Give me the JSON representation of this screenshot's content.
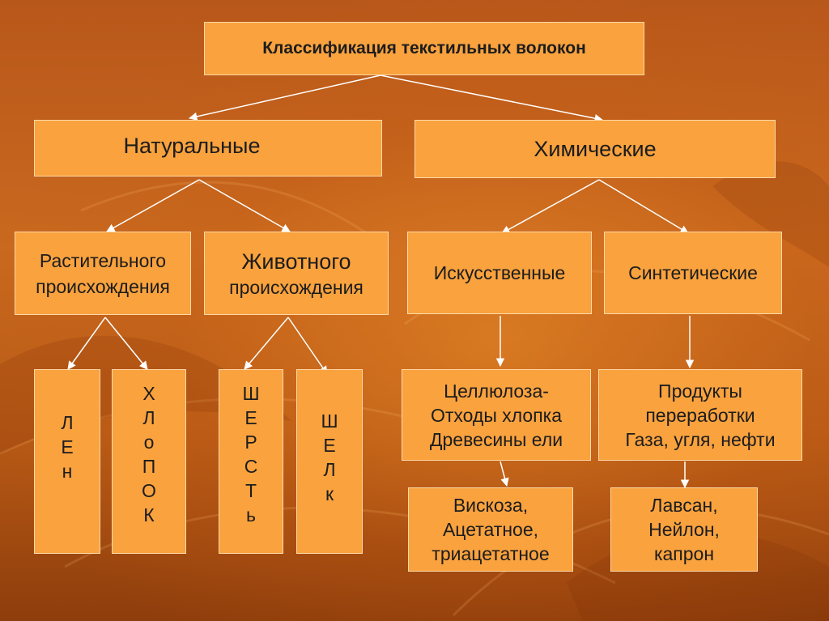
{
  "title": "Классификация текстильных волокон",
  "natural": "Натуральные",
  "chemical": "Химические",
  "plant": "Растительного\nпроисхождения",
  "animal_line1": "Животного",
  "animal_line2": "происхождения",
  "artificial": "Искусственные",
  "synthetic": "Синтетические",
  "flax": [
    "Л",
    "Е",
    "н"
  ],
  "cotton": [
    "Х",
    "Л",
    "о",
    "П",
    "О",
    "К"
  ],
  "wool": [
    "Ш",
    "Е",
    "Р",
    "С",
    "Т",
    "ь"
  ],
  "silk": [
    "Ш",
    "Е",
    "Л",
    "к"
  ],
  "cellulose": "Целлюлоза-\nОтходы хлопка\nДревесины ели",
  "processing": "Продукты\nпереработки\nГаза, угля, нефти",
  "viscose": "Вискоза,\nАцетатное,\nтриацетатное",
  "lavsan": "Лавсан,\nНейлон,\nкапрон",
  "colors": {
    "box_fill": "#f9a23e",
    "box_border": "#ffd9a8",
    "arrow": "#ffffff"
  }
}
